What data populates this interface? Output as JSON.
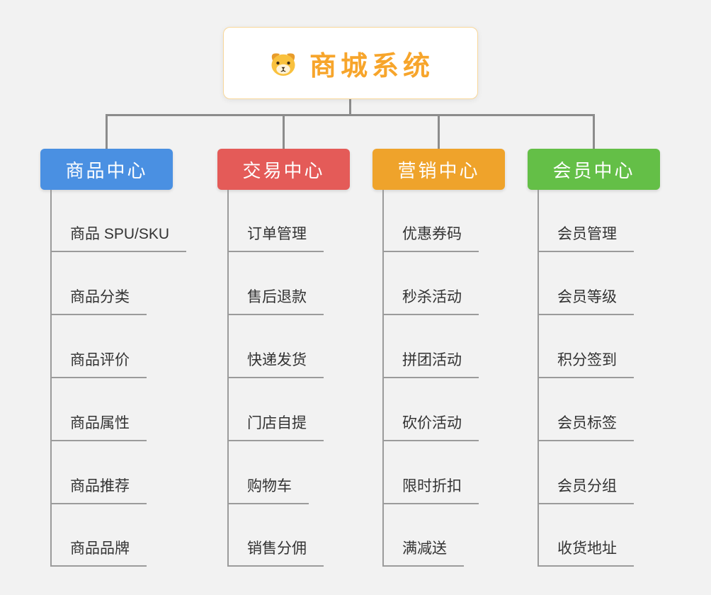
{
  "root": {
    "label": "商城系统",
    "icon": "dog-icon",
    "text_color": "#f7a52b",
    "border_color": "#f8d79a"
  },
  "connector_color": "#8c8c8c",
  "branches": [
    {
      "label": "商品中心",
      "color": "#4a90e2",
      "children": [
        "商品 SPU/SKU",
        "商品分类",
        "商品评价",
        "商品属性",
        "商品推荐",
        "商品品牌"
      ]
    },
    {
      "label": "交易中心",
      "color": "#e45b58",
      "children": [
        "订单管理",
        "售后退款",
        "快递发货",
        "门店自提",
        "购物车",
        "销售分佣"
      ]
    },
    {
      "label": "营销中心",
      "color": "#efa32b",
      "children": [
        "优惠券码",
        "秒杀活动",
        "拼团活动",
        "砍价活动",
        "限时折扣",
        "满减送"
      ]
    },
    {
      "label": "会员中心",
      "color": "#64bf47",
      "children": [
        "会员管理",
        "会员等级",
        "积分签到",
        "会员标签",
        "会员分组",
        "收货地址"
      ]
    }
  ]
}
